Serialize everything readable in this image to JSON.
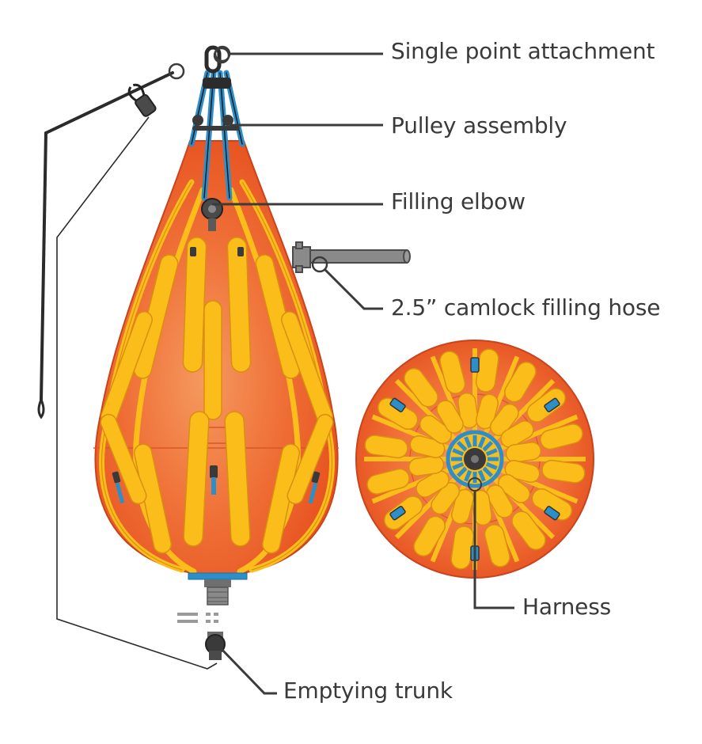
{
  "labels": {
    "single_point": "Single point attachment",
    "pulley": "Pulley assembly",
    "filling_elbow": "Filling elbow",
    "camlock_hose": "2.5” camlock filling hose",
    "harness": "Harness",
    "emptying_trunk": "Emptying trunk"
  },
  "colors": {
    "bag_orange": "#ec5b2c",
    "bag_orange_light": "#f08a4f",
    "strap_yellow": "#fbbd1a",
    "strap_outline": "#d98f10",
    "harness_blue": "#2d8fc9",
    "leader_gray": "#3b3b3b",
    "metal_gray": "#8a8a8a"
  },
  "icons": {
    "lifting_ring": "shackle-icon",
    "filling_elbow": "valve-icon",
    "hose": "camlock-hose-icon",
    "dump_valve": "dump-valve-icon"
  }
}
